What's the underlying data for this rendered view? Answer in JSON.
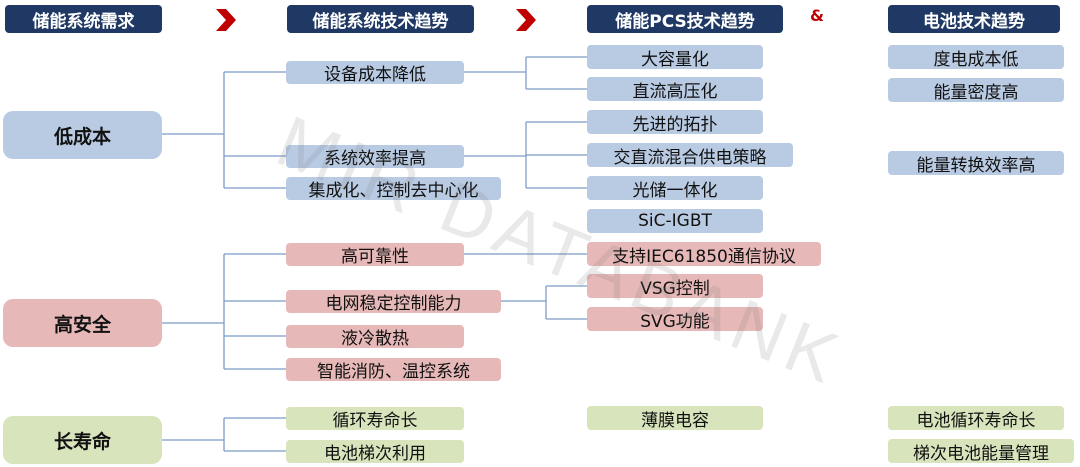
{
  "headers": [
    "储能系统需求",
    "储能系统技术趋势",
    "储能PCS技术趋势",
    "电池技术趋势"
  ],
  "amp": "&",
  "categories": [
    "低成本",
    "高安全",
    "长寿命"
  ],
  "tech_trends": [
    "设备成本降低",
    "系统效率提高",
    "集成化、控制去中心化",
    "高可靠性",
    "电网稳定控制能力",
    "液冷散热",
    "智能消防、温控系统",
    "循环寿命长",
    "电池梯次利用"
  ],
  "pcs_trends": [
    "大容量化",
    "直流高压化",
    "先进的拓扑",
    "交直流混合供电策略",
    "光储一体化",
    "SiC-IGBT",
    "支持IEC61850通信协议",
    "VSG控制",
    "SVG功能",
    "薄膜电容"
  ],
  "battery_trends": [
    "度电成本低",
    "能量密度高",
    "能量转换效率高",
    "电池循环寿命长",
    "梯次电池能量管理"
  ],
  "watermark": "MIR DATABANK",
  "colors": {
    "header": "#1f3864",
    "blue": "#b9cbe3",
    "red": "#e6b8b8",
    "green": "#d8e4bc",
    "chevron": "#c00000",
    "line": "#7e9cc6"
  }
}
